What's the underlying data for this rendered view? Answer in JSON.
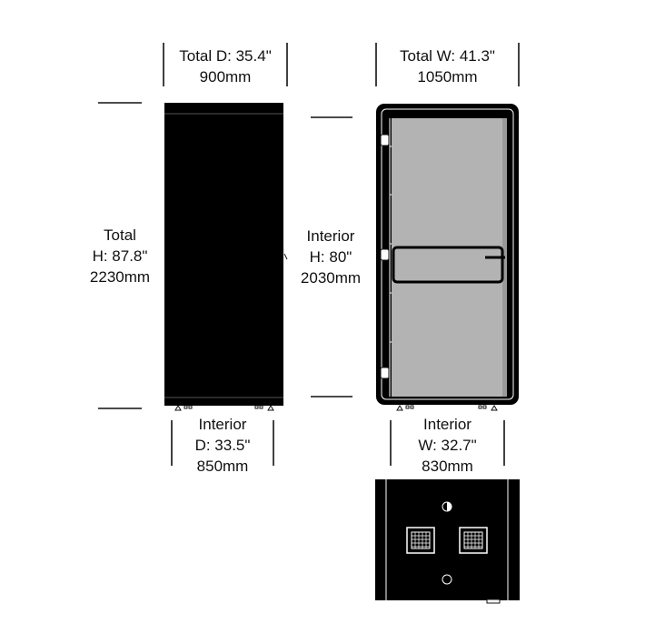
{
  "side_view": {
    "total_depth": {
      "line1": "Total D: 35.4\"",
      "line2": "900mm"
    },
    "interior_depth": {
      "line1": "Interior",
      "line2": "D: 33.5\"",
      "line3": "850mm"
    },
    "total_height": {
      "line1": "Total",
      "line2": "H: 87.8\"",
      "line3": "2230mm"
    }
  },
  "front_view": {
    "total_width": {
      "line1": "Total W: 41.3\"",
      "line2": "1050mm"
    },
    "interior_width": {
      "line1": "Interior",
      "line2": "W: 32.7\"",
      "line3": "830mm"
    },
    "interior_height": {
      "line1": "Interior",
      "line2": "H: 80\"",
      "line3": "2030mm"
    }
  },
  "colors": {
    "booth_body": "#000000",
    "glass": "#b3b3b3",
    "line": "#111111",
    "background": "#ffffff"
  }
}
